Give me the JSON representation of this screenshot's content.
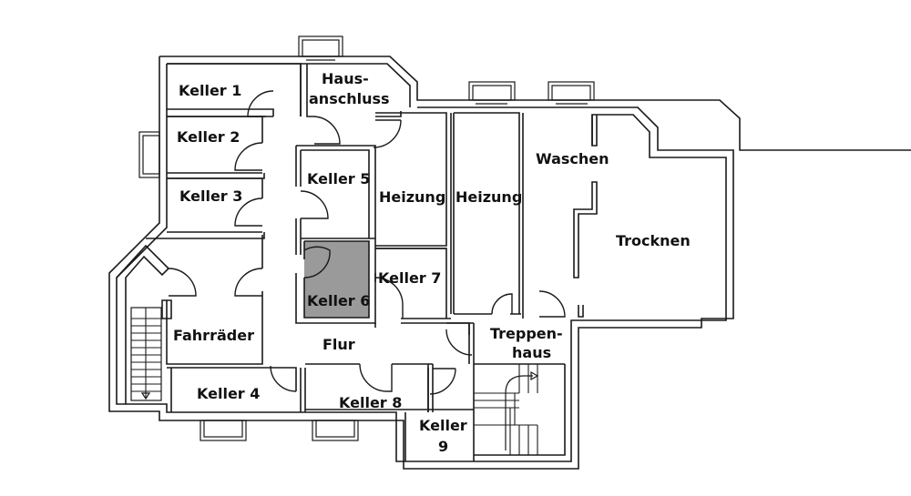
{
  "title": "Kellergeschoss Grundriss",
  "highlight_color": "#9a9a9a",
  "rooms": [
    {
      "id": "keller-1",
      "label": "Keller 1",
      "highlighted": false
    },
    {
      "id": "keller-2",
      "label": "Keller 2",
      "highlighted": false
    },
    {
      "id": "keller-3",
      "label": "Keller 3",
      "highlighted": false
    },
    {
      "id": "keller-4",
      "label": "Keller 4",
      "highlighted": false
    },
    {
      "id": "keller-5",
      "label": "Keller 5",
      "highlighted": false
    },
    {
      "id": "keller-6",
      "label": "Keller 6",
      "highlighted": true
    },
    {
      "id": "keller-7",
      "label": "Keller 7",
      "highlighted": false
    },
    {
      "id": "keller-8",
      "label": "Keller 8",
      "highlighted": false
    },
    {
      "id": "keller-9",
      "label_line1": "Keller",
      "label_line2": "9",
      "highlighted": false
    },
    {
      "id": "hausanschluss",
      "label_line1": "Haus-",
      "label_line2": "anschluss",
      "highlighted": false
    },
    {
      "id": "heizung-1",
      "label": "Heizung",
      "highlighted": false
    },
    {
      "id": "heizung-2",
      "label": "Heizung",
      "highlighted": false
    },
    {
      "id": "waschen",
      "label": "Waschen",
      "highlighted": false
    },
    {
      "id": "trocknen",
      "label": "Trocknen",
      "highlighted": false
    },
    {
      "id": "fahrraeder",
      "label": "Fahrräder",
      "highlighted": false
    },
    {
      "id": "flur",
      "label": "Flur",
      "highlighted": false
    },
    {
      "id": "treppenhaus",
      "label_line1": "Treppen-",
      "label_line2": "haus",
      "highlighted": false
    }
  ]
}
